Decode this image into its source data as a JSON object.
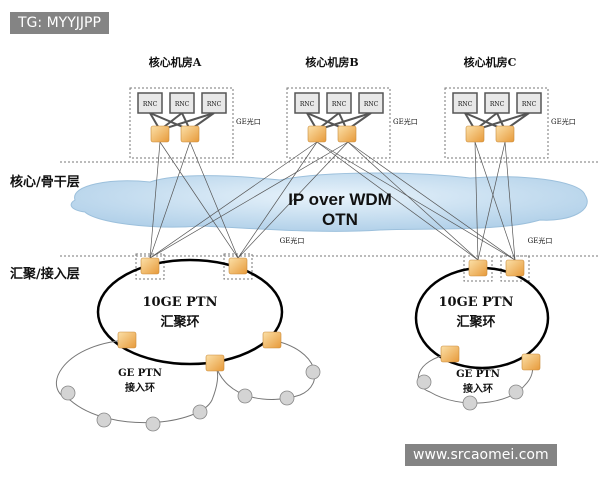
{
  "watermarks": {
    "top_left": "TG: MYYJJPP",
    "bottom_right": "www.srcaomei.com"
  },
  "core_rooms": [
    {
      "title": "核心机房A",
      "device_label": "RNC",
      "port_label": "GE光口"
    },
    {
      "title": "核心机房B",
      "device_label": "RNC",
      "port_label": "GE光口"
    },
    {
      "title": "核心机房C",
      "device_label": "RNC",
      "port_label": "GE光口"
    }
  ],
  "layers": {
    "core": "核心/骨干层",
    "aggregation": "汇聚/接入层"
  },
  "cloud": {
    "line1": "IP over WDM",
    "line2": "OTN"
  },
  "agg_port_labels": [
    "GE光口",
    "GE光口"
  ],
  "agg_rings": [
    {
      "line1": "10GE PTN",
      "line2": "汇聚环"
    },
    {
      "line1": "10GE PTN",
      "line2": "汇聚环"
    }
  ],
  "access_rings": [
    {
      "line1": "GE PTN",
      "line2": "接入环"
    },
    {
      "line1": "GE PTN",
      "line2": "接入环"
    }
  ],
  "colors": {
    "switch": "#f2b35a",
    "cloud": "#bcd9ee",
    "node": "#cfcfcf",
    "ring": "#000000"
  }
}
